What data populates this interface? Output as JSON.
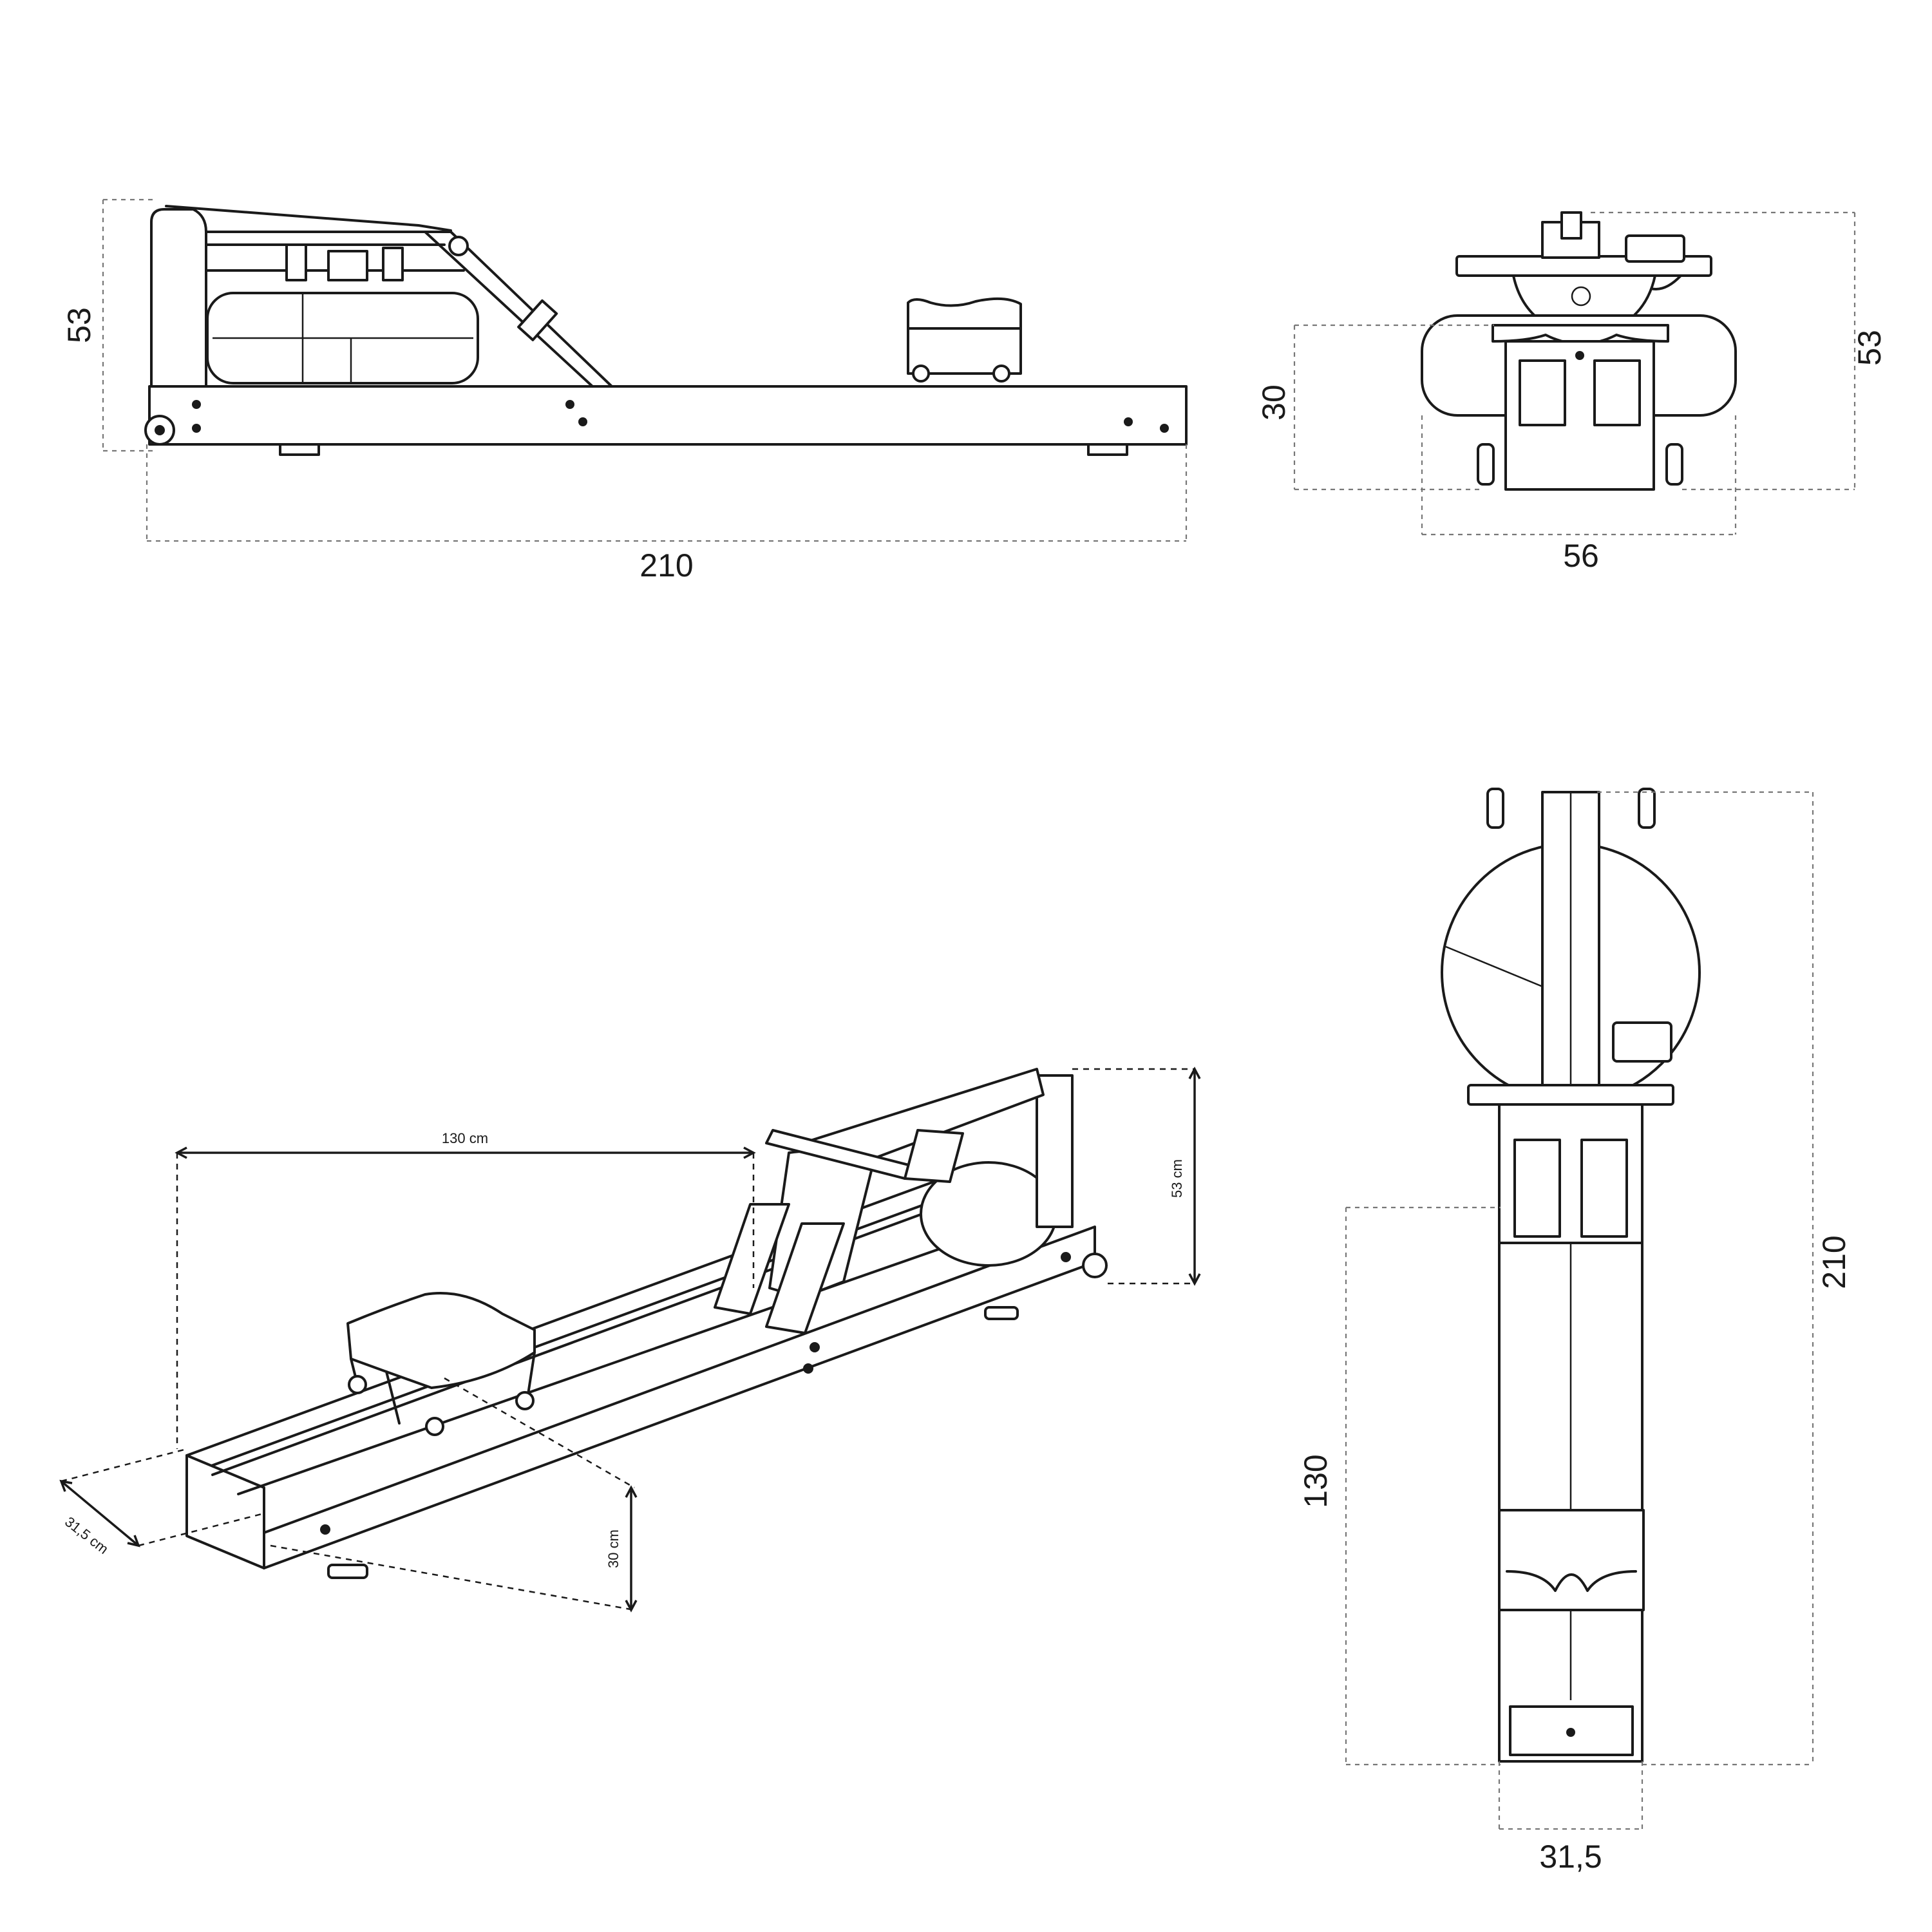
{
  "side_view": {
    "height_label": "53",
    "length_label": "210"
  },
  "front_view": {
    "height_label": "53",
    "seat_height_label": "30",
    "width_label": "56"
  },
  "iso_view": {
    "rail_length_label": "130 cm",
    "height_label": "53 cm",
    "seat_height_label": "30 cm",
    "rail_width_label": "31,5 cm"
  },
  "top_view": {
    "length_label": "210",
    "rail_length_label": "130",
    "rail_width_label": "31,5"
  },
  "colors": {
    "line": "#1a1a1a",
    "dimension_line": "#777777",
    "background": "#ffffff"
  }
}
